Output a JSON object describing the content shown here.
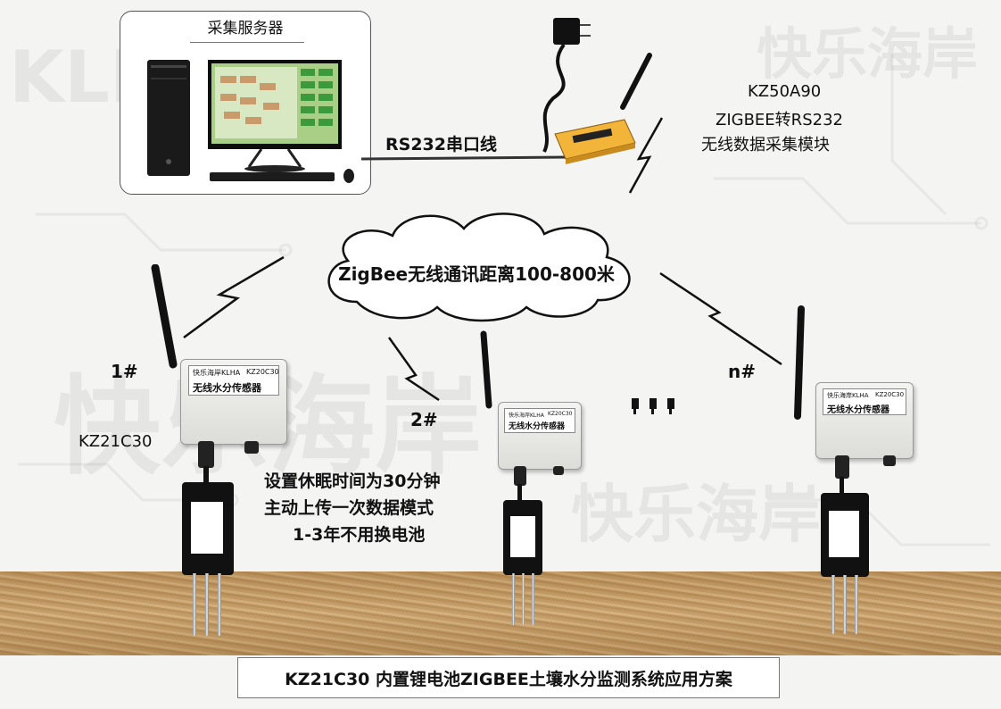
{
  "watermark": {
    "brand_cn": "快乐海岸",
    "brand_en": "KLHA"
  },
  "server": {
    "title": "采集服务器"
  },
  "cable": {
    "label": "RS232串口线"
  },
  "module": {
    "model": "KZ50A90",
    "line2": "ZIGBEE转RS232",
    "line3": "无线数据采集模块"
  },
  "cloud": {
    "text": "ZigBee无线通讯距离100-800米"
  },
  "nodes": [
    {
      "id": "1#",
      "model": "KZ21C30",
      "plate_model": "KZ20C30",
      "plate_brand": "快乐海岸KLHA",
      "plate_name": "无线水分传感器"
    },
    {
      "id": "2#",
      "plate_model": "KZ20C30",
      "plate_brand": "快乐海岸KLHA",
      "plate_name": "无线水分传感器"
    },
    {
      "id": "n#",
      "plate_model": "KZ20C30",
      "plate_brand": "快乐海岸KLHA",
      "plate_name": "无线水分传感器"
    }
  ],
  "note": {
    "line1": "设置休眠时间为30分钟",
    "line2": "主动上传一次数据模式",
    "line3": "1-3年不用换电池"
  },
  "caption": "KZ21C30 内置锂电池ZIGBEE土壤水分监测系统应用方案",
  "colors": {
    "module_accent": "#f2b53a",
    "soil": "#c29a63",
    "background": "#f4f4f2"
  }
}
